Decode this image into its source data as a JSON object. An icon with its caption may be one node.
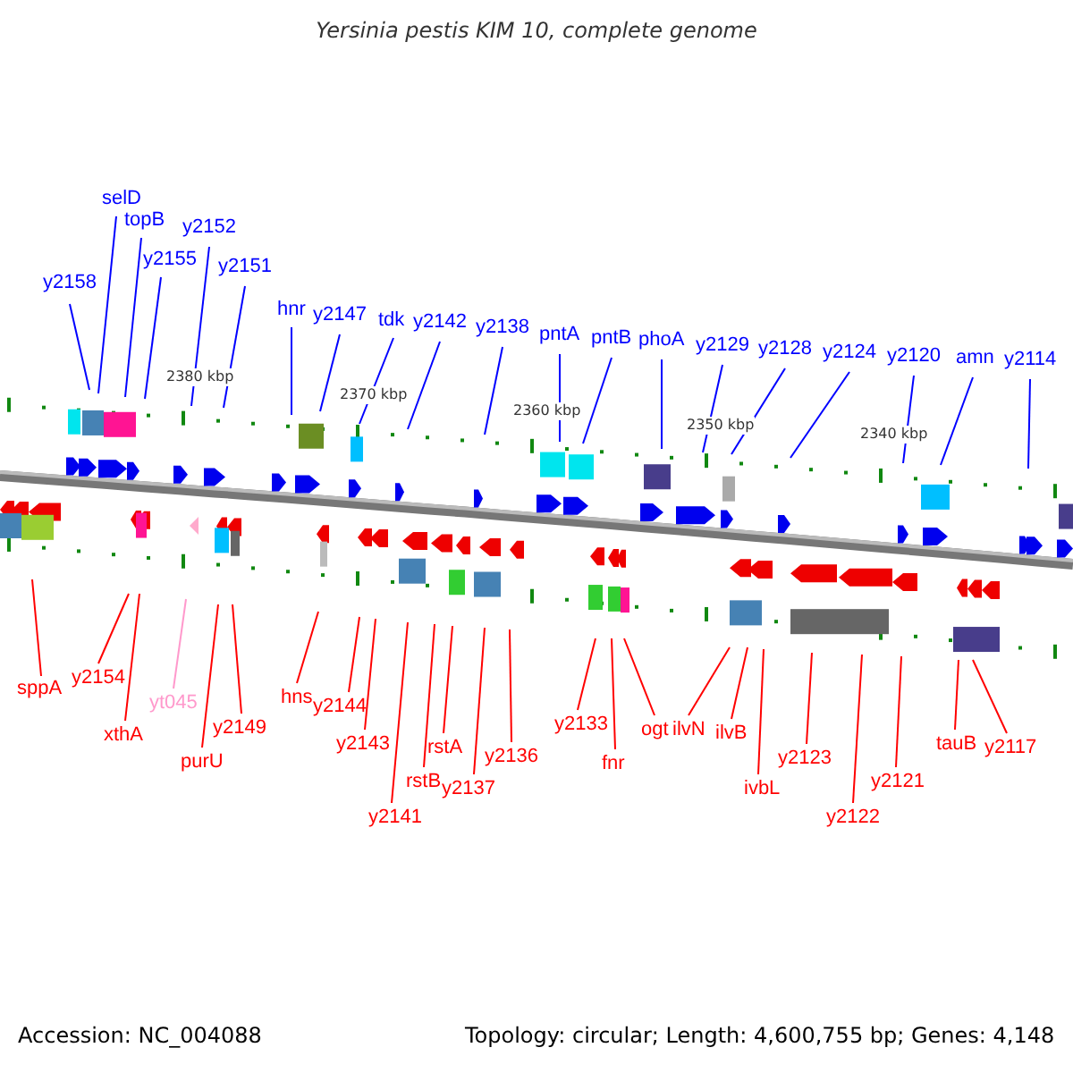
{
  "diagram": {
    "title": "Yersinia pestis KIM 10, complete genome",
    "nodes": [
      {
        "text": [
          "y2158"
        ]
      },
      {
        "text": [
          "selD"
        ]
      },
      {
        "text": [
          "topB"
        ]
      },
      {
        "text": [
          "y2155"
        ]
      },
      {
        "text": [
          "y2152"
        ]
      },
      {
        "text": [
          "y2151"
        ]
      },
      {
        "text": [
          "hnr"
        ]
      },
      {
        "text": [
          "y2147"
        ]
      },
      {
        "text": [
          "tdk"
        ]
      },
      {
        "text": [
          "y2142"
        ]
      },
      {
        "text": [
          "y2138"
        ]
      },
      {
        "text": [
          "pntA"
        ]
      },
      {
        "text": [
          "pntB"
        ]
      },
      {
        "text": [
          "phoA"
        ]
      },
      {
        "text": [
          "y2129"
        ]
      },
      {
        "text": [
          "y2128"
        ]
      },
      {
        "text": [
          "y2124"
        ]
      },
      {
        "text": [
          "y2120"
        ]
      },
      {
        "text": [
          "amn"
        ]
      },
      {
        "text": [
          "y2114"
        ]
      },
      {
        "text": [
          "sppA"
        ]
      },
      {
        "text": [
          "y2154"
        ]
      },
      {
        "text": [
          "xthA"
        ]
      },
      {
        "text": [
          "yt045"
        ]
      },
      {
        "text": [
          "purU"
        ]
      },
      {
        "text": [
          "y2149"
        ]
      },
      {
        "text": [
          "hns"
        ]
      },
      {
        "text": [
          "y2144"
        ]
      },
      {
        "text": [
          "y2143"
        ]
      },
      {
        "text": [
          "y2141"
        ]
      },
      {
        "text": [
          "rstB"
        ]
      },
      {
        "text": [
          "rstA"
        ]
      },
      {
        "text": [
          "y2137"
        ]
      },
      {
        "text": [
          "y2136"
        ]
      },
      {
        "text": [
          "y2133"
        ]
      },
      {
        "text": [
          "fnr"
        ]
      },
      {
        "text": [
          "ogt"
        ]
      },
      {
        "text": [
          "ilvN"
        ]
      },
      {
        "text": [
          "ilvB"
        ]
      },
      {
        "text": [
          "ivbL"
        ]
      },
      {
        "text": [
          "y2123"
        ]
      },
      {
        "text": [
          "y2122"
        ]
      },
      {
        "text": [
          "y2121"
        ]
      },
      {
        "text": [
          "tauB"
        ]
      },
      {
        "text": [
          "y2117"
        ]
      }
    ],
    "edges": [
      {
        "from": 0,
        "to": null,
        "arrow": "none",
        "color": "#0000ff"
      },
      {
        "from": 1,
        "to": null,
        "arrow": "none",
        "color": "#0000ff"
      },
      {
        "from": 2,
        "to": null,
        "arrow": "none",
        "color": "#0000ff"
      },
      {
        "from": 3,
        "to": null,
        "arrow": "none",
        "color": "#0000ff"
      },
      {
        "from": 4,
        "to": null,
        "arrow": "none",
        "color": "#0000ff"
      },
      {
        "from": 5,
        "to": null,
        "arrow": "none",
        "color": "#0000ff"
      },
      {
        "from": 6,
        "to": null,
        "arrow": "none",
        "color": "#0000ff"
      },
      {
        "from": 7,
        "to": null,
        "arrow": "none",
        "color": "#0000ff"
      },
      {
        "from": 8,
        "to": null,
        "arrow": "none",
        "color": "#0000ff"
      },
      {
        "from": 9,
        "to": null,
        "arrow": "none",
        "color": "#0000ff"
      },
      {
        "from": 10,
        "to": null,
        "arrow": "none",
        "color": "#0000ff"
      },
      {
        "from": 11,
        "to": null,
        "arrow": "none",
        "color": "#0000ff"
      },
      {
        "from": 12,
        "to": null,
        "arrow": "none",
        "color": "#0000ff"
      },
      {
        "from": 13,
        "to": null,
        "arrow": "none",
        "color": "#0000ff"
      },
      {
        "from": 14,
        "to": null,
        "arrow": "none",
        "color": "#0000ff"
      },
      {
        "from": 15,
        "to": null,
        "arrow": "none",
        "color": "#0000ff"
      },
      {
        "from": 16,
        "to": null,
        "arrow": "none",
        "color": "#0000ff"
      },
      {
        "from": 17,
        "to": null,
        "arrow": "none",
        "color": "#0000ff"
      },
      {
        "from": 18,
        "to": null,
        "arrow": "none",
        "color": "#0000ff"
      },
      {
        "from": 19,
        "to": null,
        "arrow": "none",
        "color": "#0000ff"
      },
      {
        "from": 20,
        "to": null,
        "arrow": "none"
      },
      {
        "from": 21,
        "to": null,
        "arrow": "none"
      },
      {
        "from": 22,
        "to": null,
        "arrow": "none"
      },
      {
        "from": 23,
        "to": null,
        "arrow": "none",
        "color": "#ff99cc"
      },
      {
        "from": 24,
        "to": null,
        "arrow": "none"
      },
      {
        "from": 25,
        "to": null,
        "arrow": "none"
      },
      {
        "from": 26,
        "to": null,
        "arrow": "none"
      },
      {
        "from": 27,
        "to": null,
        "arrow": "none"
      },
      {
        "from": 28,
        "to": null,
        "arrow": "none"
      },
      {
        "from": 29,
        "to": null,
        "arrow": "none"
      },
      {
        "from": 30,
        "to": null,
        "arrow": "none"
      },
      {
        "from": 31,
        "to": null,
        "arrow": "none"
      },
      {
        "from": 32,
        "to": null,
        "arrow": "none"
      },
      {
        "from": 33,
        "to": null,
        "arrow": "none"
      },
      {
        "from": 34,
        "to": null,
        "arrow": "none"
      },
      {
        "from": 35,
        "to": null,
        "arrow": "none"
      },
      {
        "from": 36,
        "to": null,
        "arrow": "none"
      },
      {
        "from": 37,
        "to": null,
        "arrow": "none"
      },
      {
        "from": 38,
        "to": null,
        "arrow": "none"
      },
      {
        "from": 39,
        "to": null,
        "arrow": "none"
      },
      {
        "from": 40,
        "to": null,
        "arrow": "none"
      },
      {
        "from": 41,
        "to": null,
        "arrow": "none"
      },
      {
        "from": 42,
        "to": null,
        "arrow": "none"
      },
      {
        "from": 43,
        "to": null,
        "arrow": "none"
      },
      {
        "from": 44,
        "to": null,
        "arrow": "none"
      }
    ],
    "labels": [
      "2380 kbp",
      "2370 kbp",
      "2360 kbp",
      "2350 kbp",
      "2340 kbp",
      "Accession: NC_004088",
      "Topology: circular; Length: 4,600,755 bp; Genes: 4,148"
    ]
  }
}
